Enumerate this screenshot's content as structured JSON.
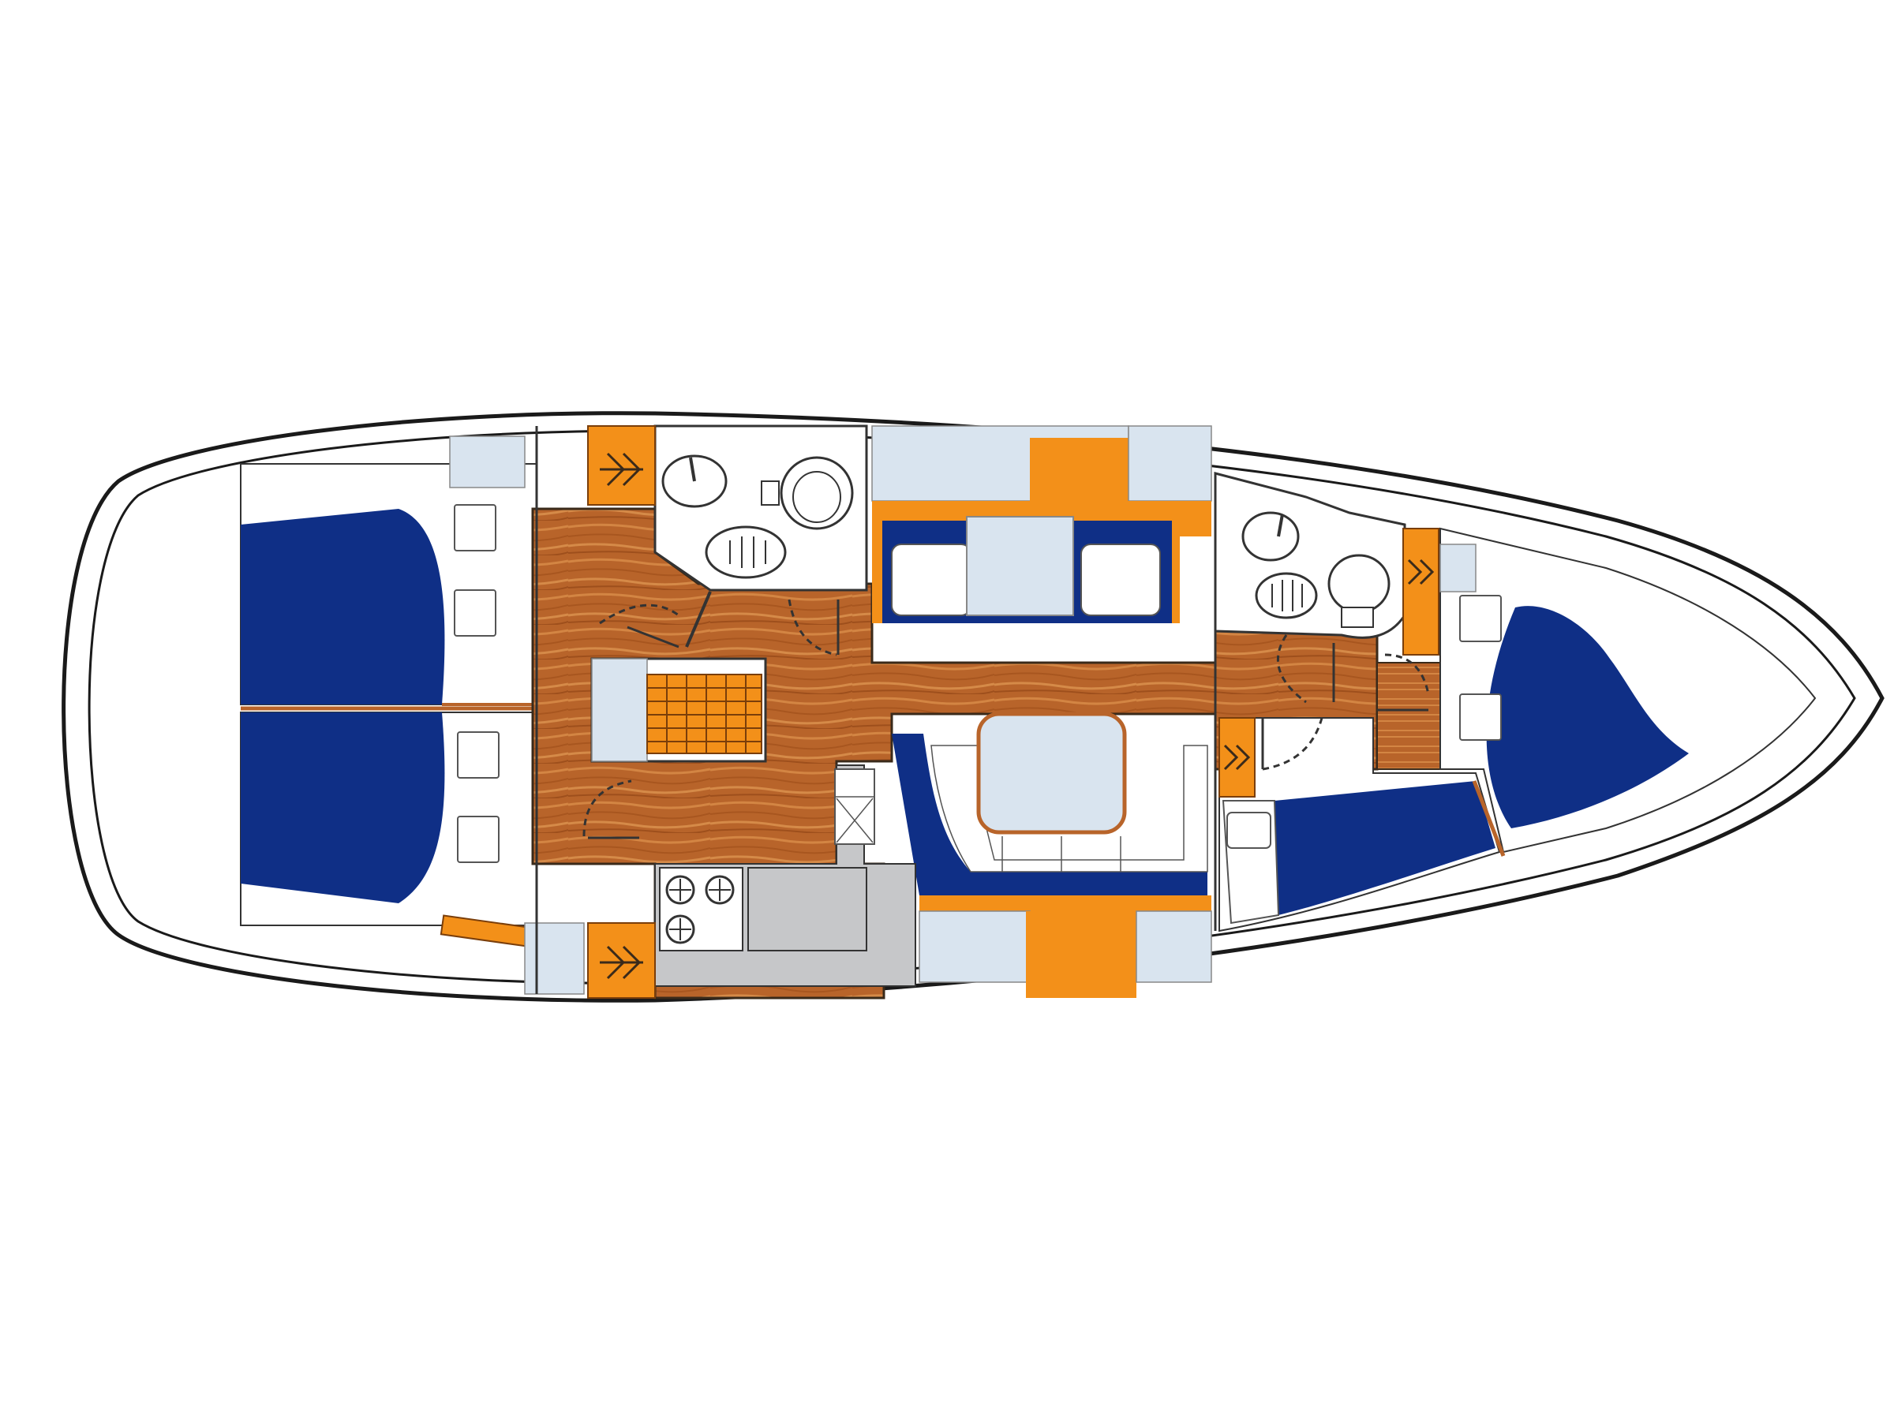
{
  "diagram": {
    "kind": "sailboat-interior-layout",
    "labels": []
  },
  "palette": {
    "hull_outline": "#1a1a1a",
    "berth_navy": "#0f2f86",
    "wood_floor": "#b8642a",
    "wood_grain": "#d98a45",
    "orange_accent": "#f39019",
    "cushion_light": "#d9e4ef",
    "galley_grey": "#c6c7c9",
    "white_furniture": "#ffffff",
    "line": "#3a2a1a"
  },
  "rooms": [
    {
      "id": "aft-cabin-port",
      "icon": "double-berth-icon"
    },
    {
      "id": "aft-cabin-starboard",
      "icon": "double-berth-icon"
    },
    {
      "id": "aft-head",
      "icon": "toilet-icon"
    },
    {
      "id": "companionway",
      "icon": "stairs-icon"
    },
    {
      "id": "saloon",
      "icon": "table-icon"
    },
    {
      "id": "galley",
      "icon": "stove-icon"
    },
    {
      "id": "forward-head",
      "icon": "toilet-icon"
    },
    {
      "id": "forward-cabin",
      "icon": "v-berth-icon"
    },
    {
      "id": "side-cabin",
      "icon": "single-berth-icon"
    }
  ]
}
